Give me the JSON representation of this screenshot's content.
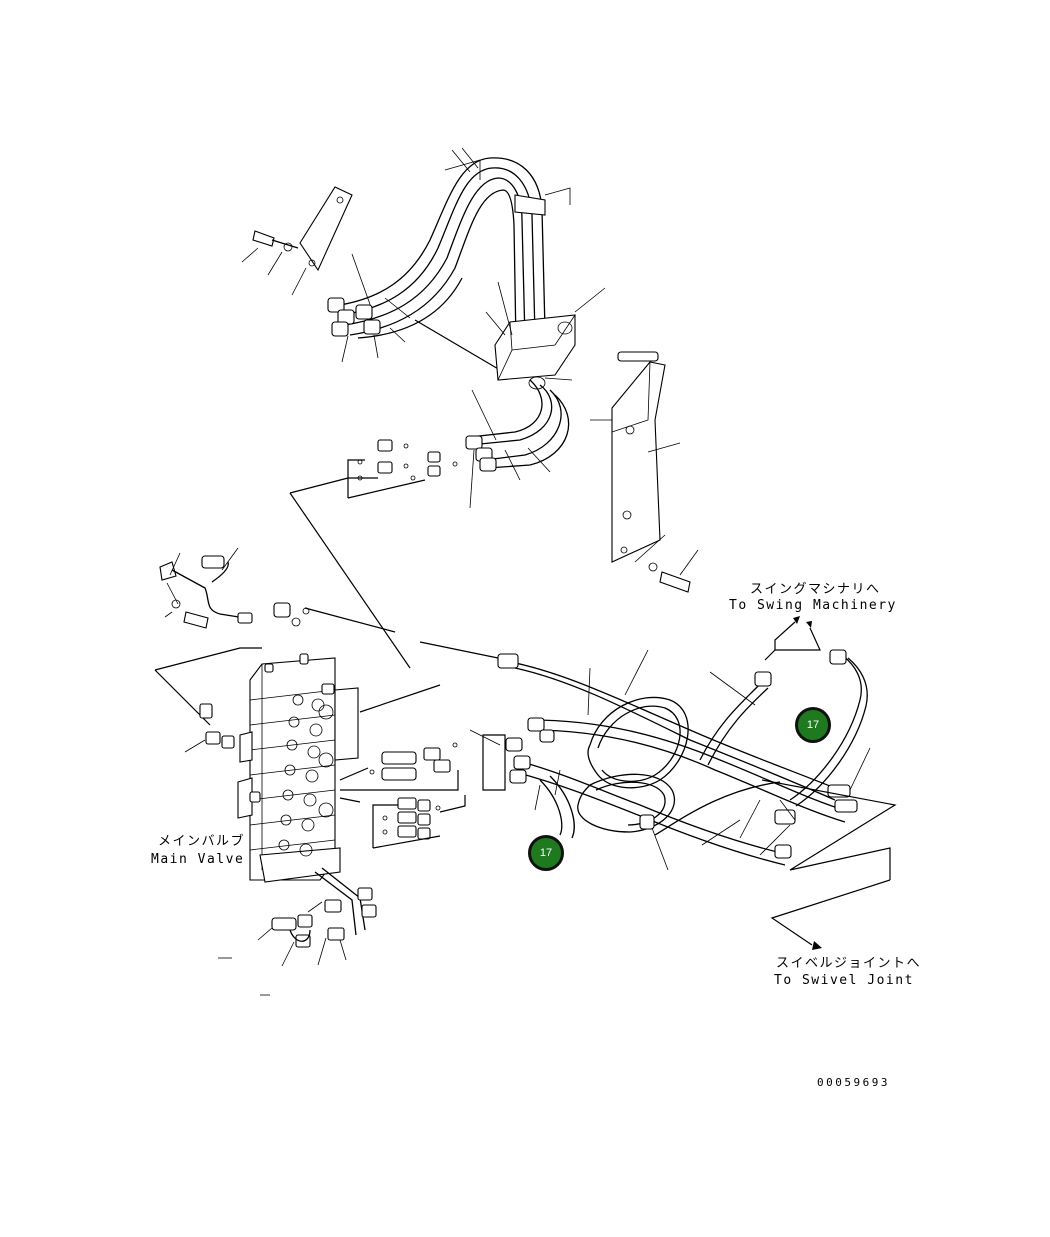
{
  "labels": {
    "swing_jp": "スイングマシナリへ",
    "swing_en": "To Swing Machinery",
    "valve_jp": "メインバルブ",
    "valve_en": "Main Valve",
    "swivel_jp": "スイベルジョイントへ",
    "swivel_en": "To Swivel Joint",
    "drawing_number": "00059693"
  },
  "callouts": [
    {
      "label": "17"
    },
    {
      "label": "17"
    }
  ],
  "colors": {
    "callout_fill": "#1f7a1f",
    "callout_border": "#111111",
    "line": "#000000"
  }
}
